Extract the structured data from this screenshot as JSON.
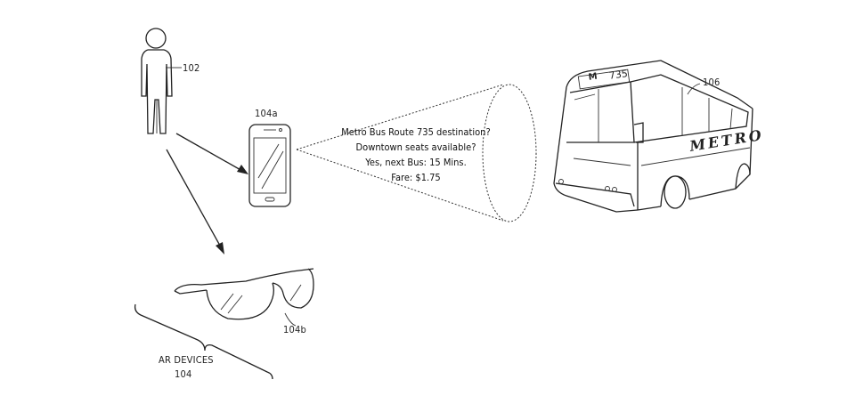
{
  "labels": {
    "person": "102",
    "phone": "104a",
    "glasses": "104b",
    "bus": "106",
    "ar_devices_title": "AR DEVICES",
    "ar_devices_number": "104"
  },
  "bubble": {
    "lines": [
      "Metro Bus Route 735 destination?",
      "Downtown seats available?",
      "Yes, next Bus: 15 Mins.",
      "Fare: $1.75"
    ]
  },
  "bus": {
    "brand": "METRO",
    "route_prefix": "M",
    "route_number": "735"
  }
}
